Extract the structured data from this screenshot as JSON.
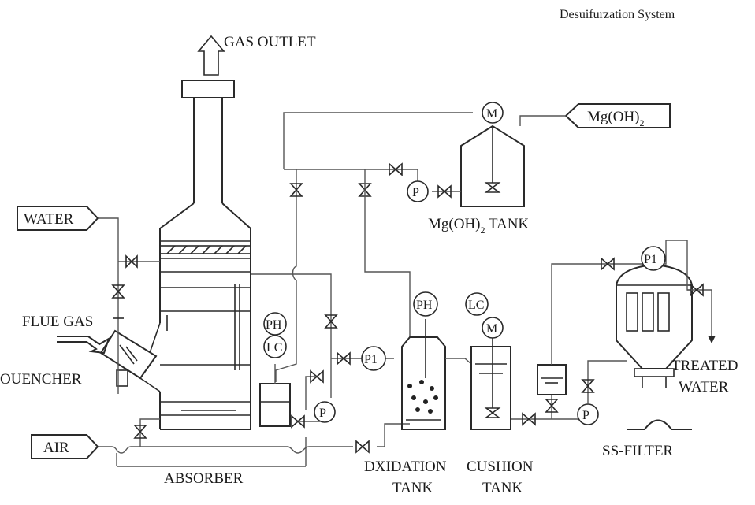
{
  "title": "Desuifurzation System",
  "labels": {
    "gas_outlet": "GAS OUTLET",
    "water": "WATER",
    "flue_gas": "FLUE GAS",
    "quencher": "OUENCHER",
    "air": "AIR",
    "absorber": "ABSORBER",
    "mg_oh2_feed_prefix": "Mg(OH)",
    "mg_oh2_feed_sub": "2",
    "mg_tank_prefix": "Mg(OH)",
    "mg_tank_sub": "2",
    "mg_tank_suffix": " TANK",
    "oxidation_line1": "DXIDATION",
    "oxidation_line2": "TANK",
    "cushion_line1": "CUSHION",
    "cushion_line2": "TANK",
    "treated_line1": "TREATED",
    "treated_line2": "WATER",
    "ss_filter": "SS-FILTER"
  },
  "instruments": {
    "mixer": "M",
    "pump": "P",
    "ph": "PH",
    "lc": "LC",
    "pi": "P1"
  }
}
